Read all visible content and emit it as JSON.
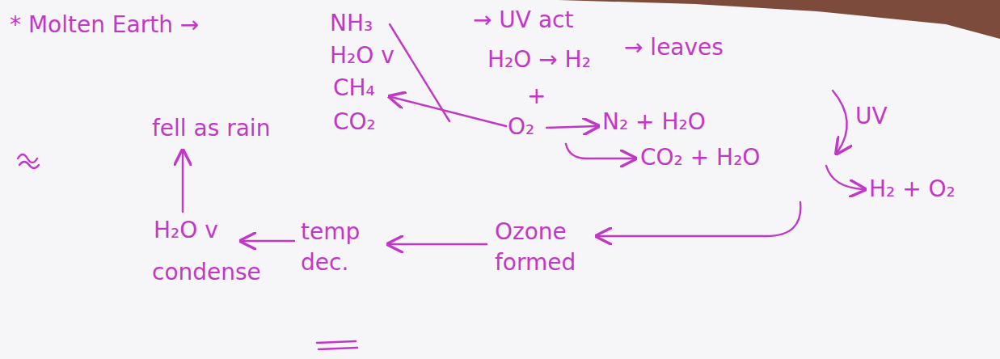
{
  "diagram": {
    "labels": [
      "* Molten Earth →",
      "NH₃",
      "H₂O v",
      "CH₄",
      "CO₂",
      "→ UV act",
      "H₂O → H₂",
      "→ leaves",
      "+",
      "O₂",
      "N₂ + H₂O",
      "UV",
      "CO₂ + H₂O",
      "H₂ + O₂",
      "Ozone formed",
      "temp dec.",
      "H₂O v",
      "condense",
      "fell as rain"
    ]
  }
}
